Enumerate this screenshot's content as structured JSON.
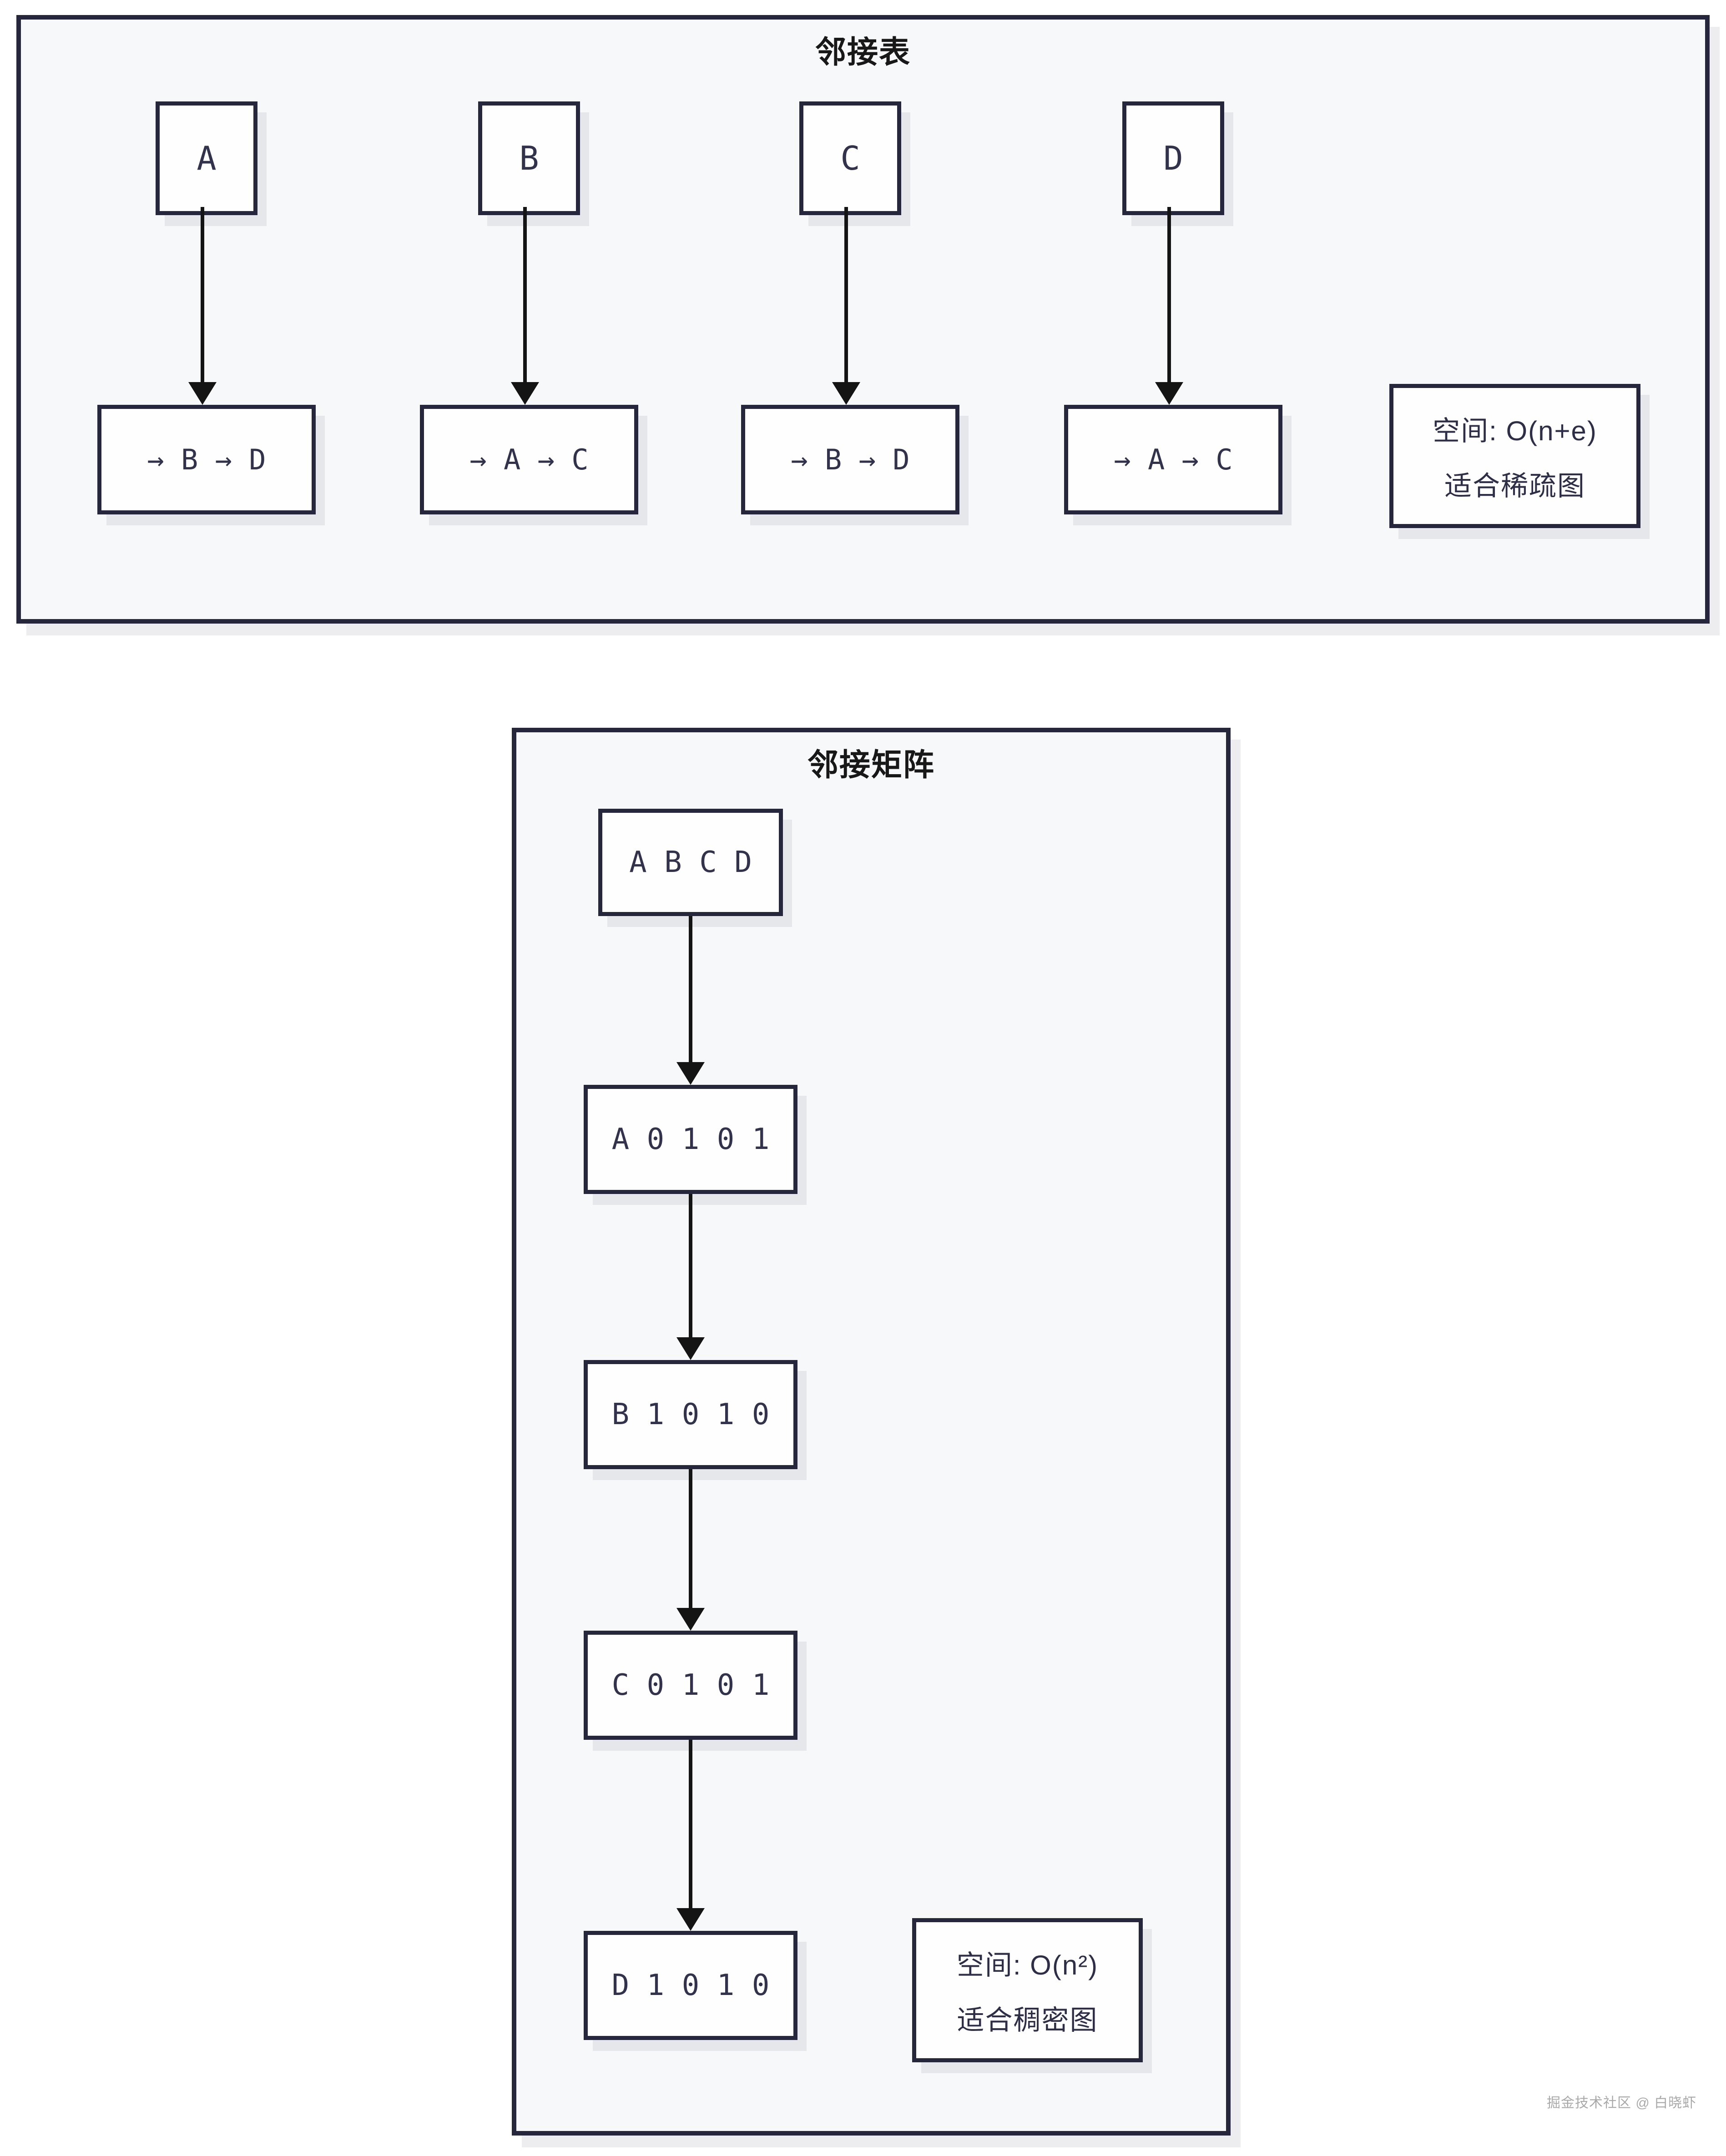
{
  "adjacency_list": {
    "title": "邻接表",
    "columns": [
      {
        "node": "A",
        "list": "→ B → D"
      },
      {
        "node": "B",
        "list": "→ A → C"
      },
      {
        "node": "C",
        "list": "→ B → D"
      },
      {
        "node": "D",
        "list": "→ A → C"
      }
    ],
    "note_line1": "空间: O(n+e)",
    "note_line2": "适合稀疏图"
  },
  "adjacency_matrix": {
    "title": "邻接矩阵",
    "rows": [
      "A B C D",
      "A 0 1 0 1",
      "B 1 0 1 0",
      "C 0 1 0 1",
      "D 1 0 1 0"
    ],
    "note_line1": "空间: O(n²)",
    "note_line2": "适合稠密图"
  },
  "watermark": "掘金技术社区 @ 白晓虾",
  "colors": {
    "border": "#26263c",
    "panel_bg": "#f7f8fa",
    "box_bg": "#fefefe",
    "text": "#32324d",
    "title": "#181818",
    "arrow": "#141414",
    "watermark": "#a9a9a9"
  }
}
